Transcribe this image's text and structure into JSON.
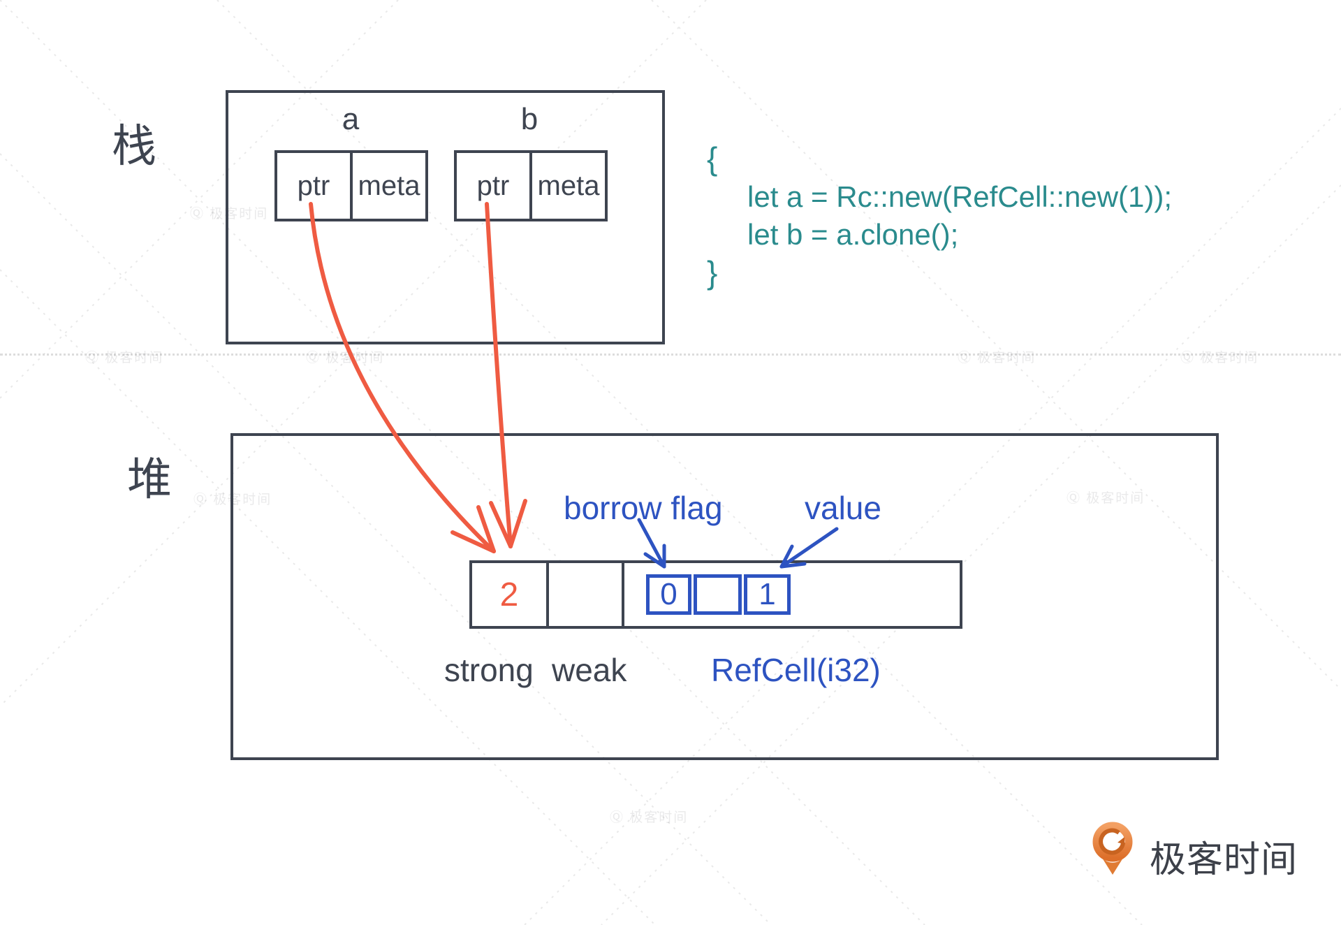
{
  "colors": {
    "outline_dark": "#3e4450",
    "accent_red": "#ef5b42",
    "accent_blue": "#2d53c1",
    "accent_teal": "#2a8b8d",
    "logo_orange": "#e8823b"
  },
  "stack": {
    "section_label": "栈",
    "var_a_label": "a",
    "var_b_label": "b",
    "ptr_cell_label": "ptr",
    "meta_cell_label": "meta"
  },
  "code": {
    "open_brace": "{",
    "line_1": "let a = Rc::new(RefCell::new(1));",
    "line_2": "let b = a.clone();",
    "close_brace": "}"
  },
  "heap": {
    "section_label": "堆",
    "strong_count_value": "2",
    "weak_count_value": "",
    "borrow_flag_pointer_label": "borrow flag",
    "value_pointer_label": "value",
    "borrow_flag_value": "0",
    "cell_value": "1",
    "strong_label": "strong",
    "weak_label": "weak",
    "refcell_label": "RefCell(i32)"
  },
  "watermark": {
    "stamp": "Ⓠ 极客时间"
  },
  "logo": {
    "brand_text": "极客时间"
  }
}
